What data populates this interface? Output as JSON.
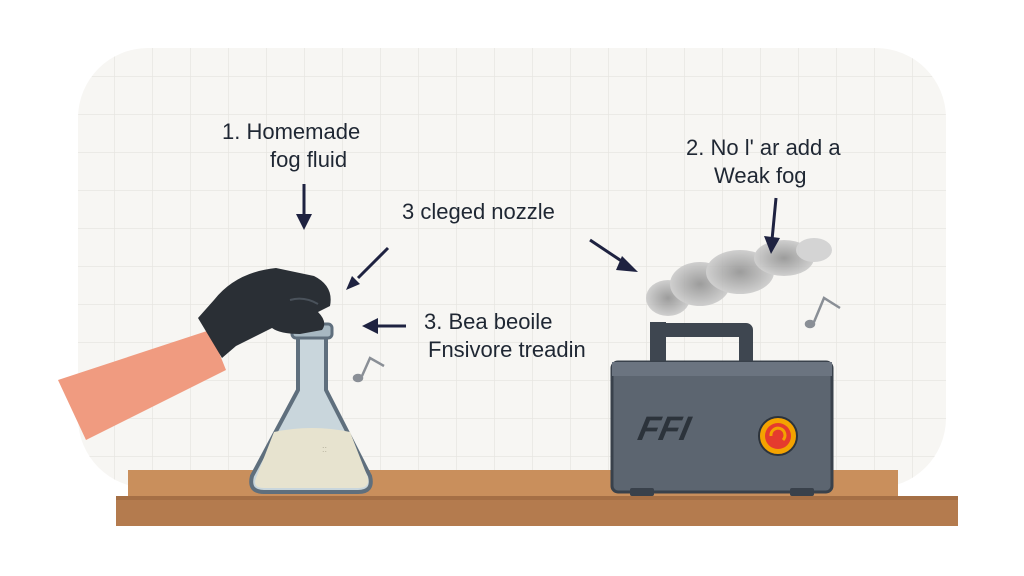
{
  "labels": {
    "l1": [
      "1. Homemade",
      "fog fluid"
    ],
    "l2": [
      "2. No l' ar add a",
      "Weak fog"
    ],
    "l3a": "3 cleged nozzle",
    "l3b": [
      "3. Bea beoile",
      "Fnsivore treadin"
    ]
  },
  "machine": {
    "brand_text": "FFI"
  },
  "icons": [
    "music-note-icon",
    "music-note-icon"
  ],
  "colors": {
    "tile_bg": "#f7f6f3",
    "grid_line": "#e7e5e1",
    "table_top": "#c98f5c",
    "table_front": "#b47b4e",
    "glove": "#2a2f35",
    "skin": "#f09b80",
    "machine_body": "#5c6570",
    "knob": "#e53b2e",
    "knob_ring": "#f4a300",
    "arrow": "#1e2240",
    "smoke": "#9a9a9a"
  }
}
